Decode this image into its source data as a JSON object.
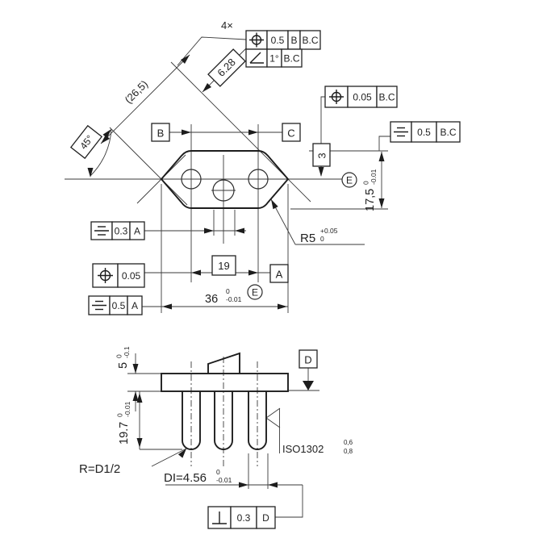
{
  "colors": {
    "ink": "#262626",
    "background": "#ffffff"
  },
  "top_view": {
    "pattern_frame": {
      "count": "4×",
      "row1": {
        "symbol": "position",
        "tol": "0.5",
        "datum1": "B",
        "datum2": "B.C"
      },
      "row2": {
        "symbol": "angularity",
        "tol": "1°",
        "datum1": "B.C"
      }
    },
    "position_frame_right": {
      "symbol": "position",
      "tol": "0.05",
      "datum1": "B.C"
    },
    "symmetry_frame_right": {
      "symbol": "symmetry",
      "tol": "0.5",
      "datum1": "B.C"
    },
    "symmetry_frame_center": {
      "symbol": "symmetry",
      "tol": "0.3",
      "datum1": "A"
    },
    "position_frame_center": {
      "symbol": "position",
      "tol": "0.05"
    },
    "symmetry_frame_width": {
      "symbol": "symmetry",
      "tol": "0.5",
      "datum1": "A"
    },
    "datums": {
      "a": "A",
      "b": "B",
      "c": "C"
    },
    "dims": {
      "angle": "45°",
      "diagonal_ref": "(26,5)",
      "basic_diag": "6.28",
      "basic_3": "3",
      "basic_19": "19",
      "width": {
        "val": "36",
        "tol_up": "0",
        "tol_low": "-0.01",
        "modifier": "E"
      },
      "height": {
        "val": "17,5",
        "tol_up": "0",
        "tol_low": "-0.01",
        "modifier": "E"
      },
      "radius": {
        "val": "R5",
        "tol_up": "+0.05",
        "tol_low": "0"
      }
    }
  },
  "bottom_view": {
    "datum_d": "D",
    "perp_frame": {
      "symbol": "perpendicularity",
      "tol": "0.3",
      "datum1": "D"
    },
    "dims": {
      "flange_thickness": {
        "val": "5",
        "tol_up": "0",
        "tol_low": "-0.1"
      },
      "pin_length": {
        "val": "19.7",
        "tol_up": "0",
        "tol_low": "-0.01"
      },
      "pin_diameter": {
        "val": "DI=4.56",
        "tol_up": "0",
        "tol_low": "-0.01"
      },
      "pin_tip_radius": "R=D1/2",
      "surface_note": {
        "val": "ISO1302",
        "top": "0,6",
        "bottom": "0,8"
      }
    }
  }
}
